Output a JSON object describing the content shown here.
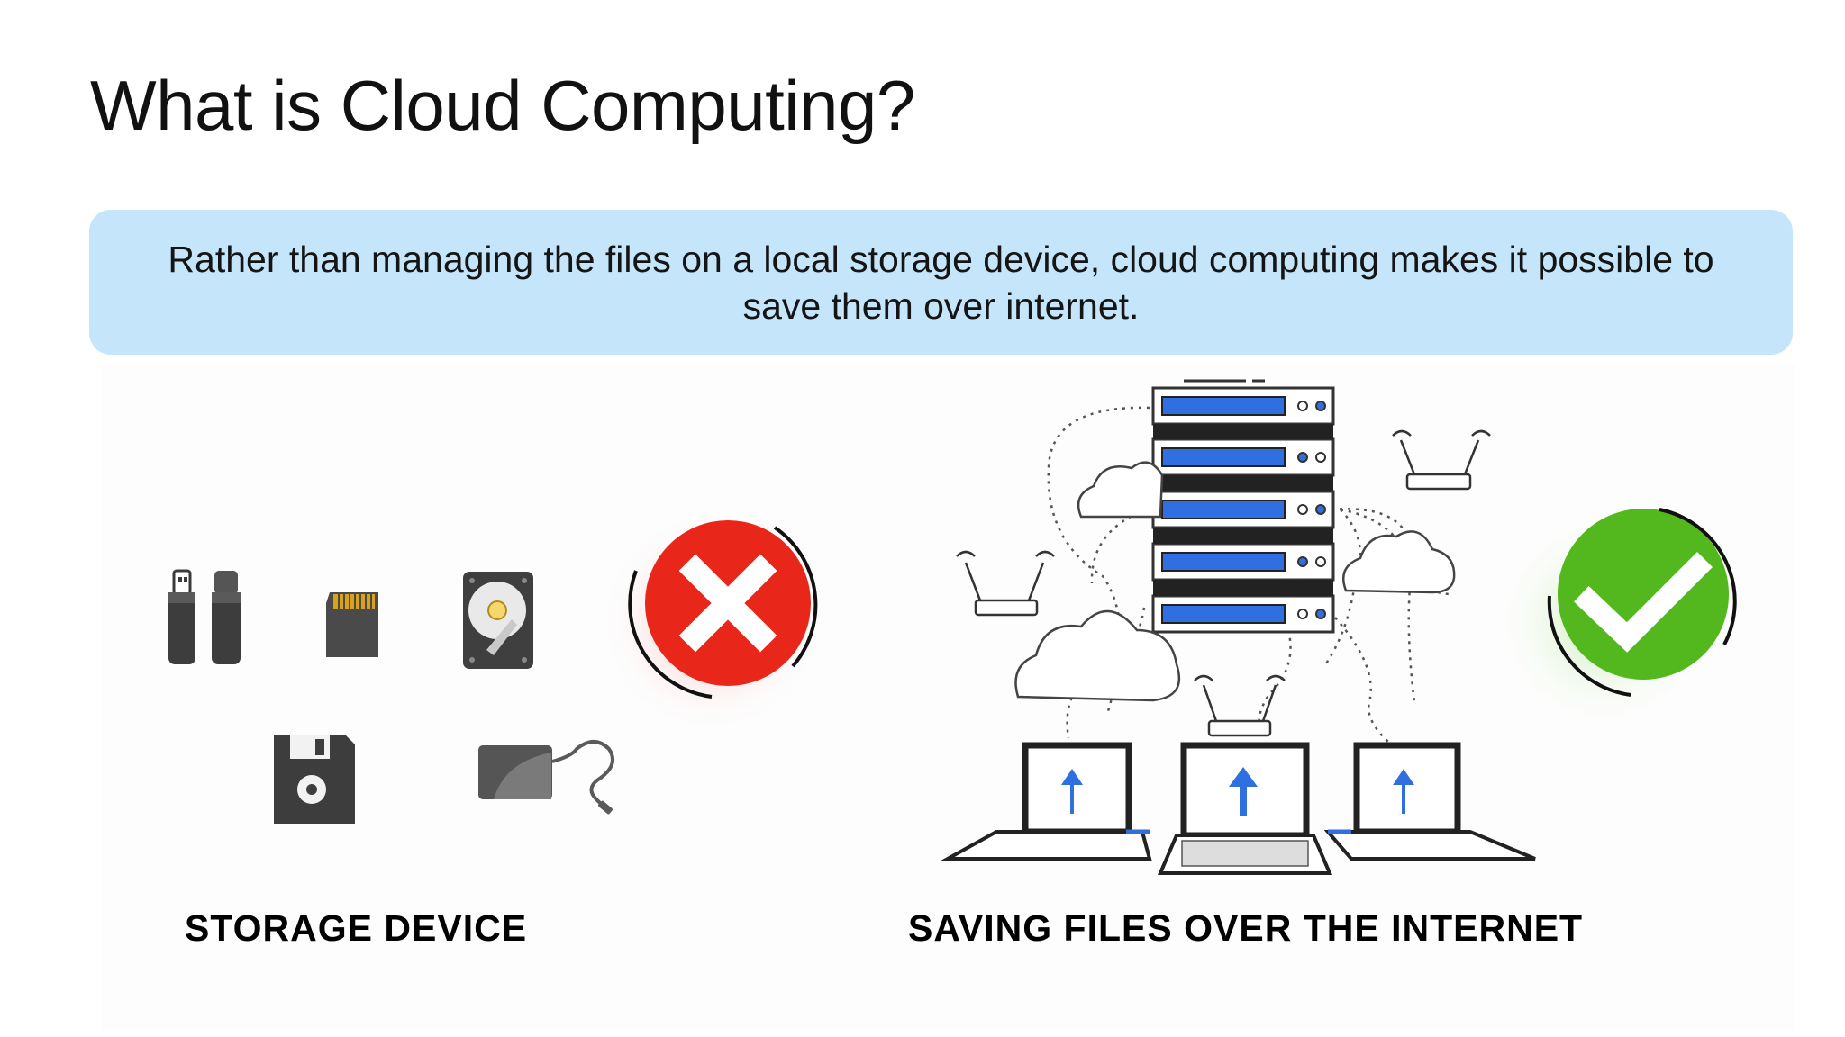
{
  "slide": {
    "title": "What is Cloud Computing?",
    "callout_text": "Rather than managing the files on a local storage device, cloud computing makes it possible to save them over internet.",
    "left_caption": "STORAGE DEVICE",
    "right_caption": "SAVING FILES OVER THE INTERNET"
  },
  "icons": {
    "local_devices": [
      "usb-drive-icon",
      "sd-card-icon",
      "hard-disk-icon",
      "floppy-disk-icon",
      "external-drive-icon"
    ],
    "left_status": "cross-mark-icon",
    "right_status": "check-mark-icon",
    "cloud_items": [
      "server-rack-icon",
      "cloud-icon",
      "router-icon",
      "laptop-upload-icon"
    ]
  },
  "colors": {
    "callout_background": "#c5e5fb",
    "reject_red": "#e8261a",
    "accept_green": "#52b81e",
    "server_blue": "#2f6fe0"
  }
}
